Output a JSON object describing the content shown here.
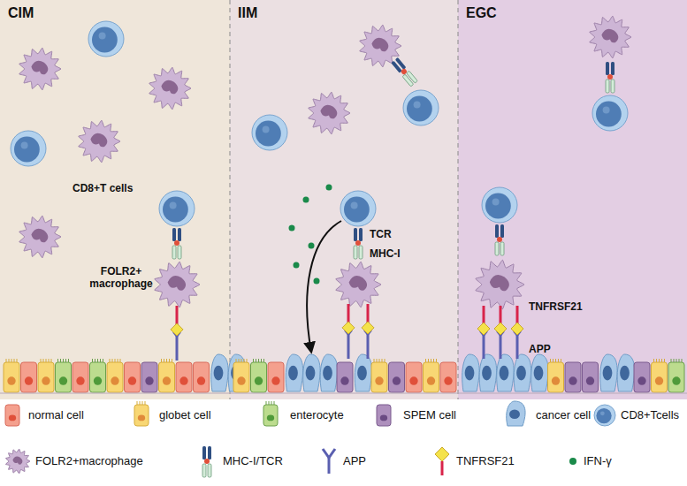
{
  "diagram": {
    "nodes": [
      {
        "text": [
          "CIM"
        ]
      },
      {
        "text": [
          "IIM"
        ]
      },
      {
        "text": [
          "EGC"
        ]
      }
    ],
    "labels": [
      "CD8+T cells",
      "FOLR2+ macrophage",
      "TCR",
      "MHC-I",
      "TNFRSF21",
      "APP"
    ],
    "legend": [
      {
        "text": "normal cell"
      },
      {
        "text": "globet cell"
      },
      {
        "text": "enterocyte"
      },
      {
        "text": "SPEM cell"
      },
      {
        "text": "cancer cell"
      },
      {
        "text": "CD8+Tcells"
      },
      {
        "text": "FOLR2+macrophage"
      },
      {
        "text": "MHC-I/TCR"
      },
      {
        "text": "APP"
      },
      {
        "text": "TNFRSF21"
      },
      {
        "text": "IFN-γ"
      }
    ]
  }
}
